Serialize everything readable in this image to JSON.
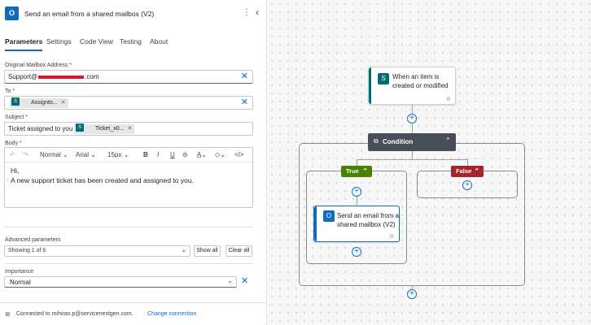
{
  "panel": {
    "title": "Send an email from a shared mailbox (V2)",
    "app_icon_text": "O",
    "more_icon": "⋮",
    "collapse_icon": "‹",
    "tabs": [
      {
        "label": "Parameters",
        "active": true
      },
      {
        "label": "Settings"
      },
      {
        "label": "Code View"
      },
      {
        "label": "Testing"
      },
      {
        "label": "About"
      }
    ]
  },
  "fields": {
    "mailbox": {
      "label": "Original Mailbox Address",
      "required": "*",
      "value_prefix": "Support@",
      "value_suffix": ".com"
    },
    "to": {
      "label": "To",
      "required": "*",
      "token": "Assignto..."
    },
    "subject": {
      "label": "Subject",
      "required": "*",
      "text": "Ticket assigned to you",
      "token": "Ticket_x0..."
    },
    "body": {
      "label": "Body",
      "required": "*",
      "toolbar": {
        "style": "Normal",
        "font": "Arial",
        "size": "15px",
        "bold": "B",
        "italic": "I",
        "underline": "U"
      },
      "line1": "Hi,",
      "line2": "A new support ticket has been created and assigned to you."
    }
  },
  "advanced": {
    "label": "Advanced parameters",
    "selected": "Showing 1 of 6",
    "show_all": "Show all",
    "clear_all": "Clear all"
  },
  "importance": {
    "label": "Importance",
    "selected": "Normal"
  },
  "footer": {
    "connected_text": "Connected to mihiran.p@servicenextgen.com.",
    "change_link": "Change connection"
  },
  "canvas": {
    "trigger": {
      "title_line1": "When an item is",
      "title_line2": "created or modified"
    },
    "condition": {
      "label": "Condition"
    },
    "true_branch": {
      "label": "True"
    },
    "false_branch": {
      "label": "False"
    },
    "action": {
      "title_line1": "Send an email from a",
      "title_line2": "shared mailbox (V2)"
    }
  },
  "colors": {
    "accent": "#0f6cbd",
    "sharepoint": "#036c70",
    "true": "#498205",
    "false": "#a4262c",
    "condition": "#484f58"
  }
}
